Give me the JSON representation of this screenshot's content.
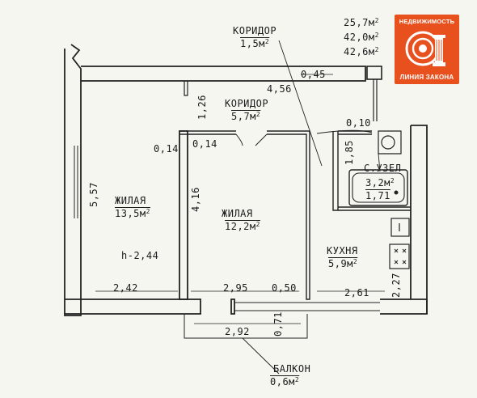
{
  "logo": {
    "top_text": "НЕДВИЖИМОСТЬ",
    "bottom_text": "ЛИНИЯ ЗАКОНА",
    "bg_color": "#e8501e"
  },
  "totals": {
    "line1": "25,7м",
    "line2": "42,0м",
    "line3": "42,6м"
  },
  "rooms": {
    "corridor_top": {
      "name": "КОРИДОР",
      "area": "1,5м"
    },
    "corridor_mid": {
      "name": "КОРИДОР",
      "area": "5,7м"
    },
    "living_left": {
      "name": "ЖИЛАЯ",
      "area": "13,5м"
    },
    "living_mid": {
      "name": "ЖИЛАЯ",
      "area": "12,2м"
    },
    "bathroom": {
      "name": "С.УЗЕЛ",
      "area": "3,2м",
      "height": "1,71"
    },
    "kitchen": {
      "name": "КУХНЯ",
      "area": "5,9м"
    },
    "balcony": {
      "name": "БАЛКОН",
      "area": "0,6м"
    }
  },
  "dimensions": {
    "d_0_45": "0,45",
    "d_4_56": "4,56",
    "d_1_26": "1,26",
    "d_0_10": "0,10",
    "d_0_14_a": "0,14",
    "d_0_14_b": "0,14",
    "d_1_85": "1,85",
    "d_5_57": "5,57",
    "d_4_16": "4,16",
    "ceiling": "h-2,44",
    "d_2_42": "2,42",
    "d_2_95": "2,95",
    "d_0_50": "0,50",
    "d_2_61": "2,61",
    "d_2_27": "2,27",
    "d_2_92": "2,92",
    "d_0_71": "0,71"
  },
  "unit_superscript": "2"
}
